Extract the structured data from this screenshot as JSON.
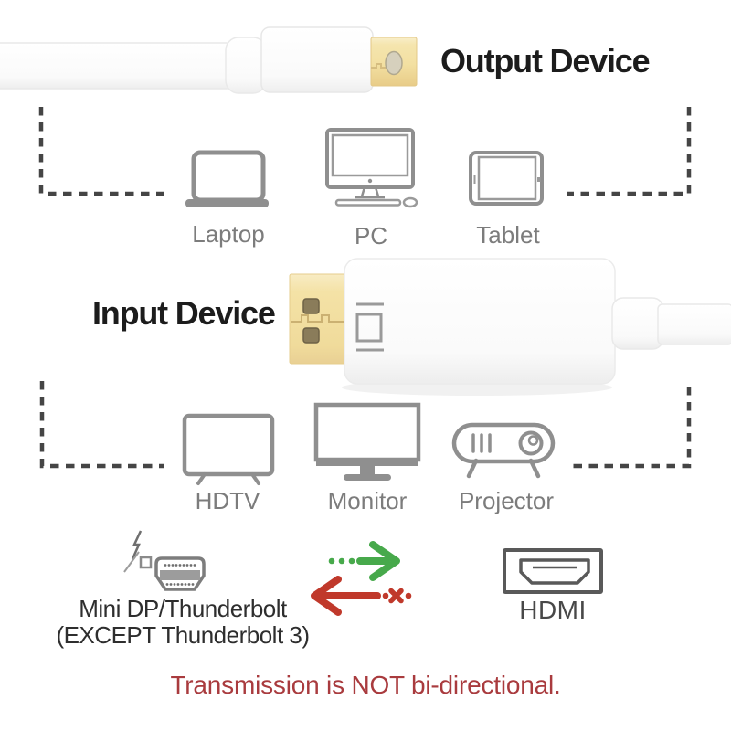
{
  "output_section": {
    "title": "Output Device",
    "devices": [
      {
        "label": "Laptop"
      },
      {
        "label": "PC"
      },
      {
        "label": "Tablet"
      }
    ]
  },
  "input_section": {
    "title": "Input Device",
    "devices": [
      {
        "label": "HDTV"
      },
      {
        "label": "Monitor"
      },
      {
        "label": "Projector"
      }
    ]
  },
  "legend": {
    "source_label": "Mini DP/Thunderbolt",
    "source_note": "(EXCEPT Thunderbolt 3)",
    "sink_label": "HDMI"
  },
  "footer": {
    "warning": "Transmission is NOT bi-directional."
  },
  "icons": {
    "source_devices": [
      "laptop-icon",
      "pc-icon",
      "tablet-icon"
    ],
    "display_devices": [
      "hdtv-icon",
      "monitor-icon",
      "projector-icon"
    ],
    "legend": [
      "thunderbolt-icon",
      "mini-dp-port-icon",
      "arrow-right-icon",
      "arrow-left-crossed-icon",
      "hdmi-port-icon"
    ]
  },
  "colors": {
    "title_text": "#1c1c1c",
    "device_label": "#7c7c7c",
    "legend_label": "#2e2e2e",
    "bracket": "#454545",
    "icon_stroke": "#8f8f8f",
    "connector_gold": "#f2dfa0",
    "arrow_green": "#47a94b",
    "arrow_red": "#c0392b",
    "warning_text": "#a93b3e"
  }
}
